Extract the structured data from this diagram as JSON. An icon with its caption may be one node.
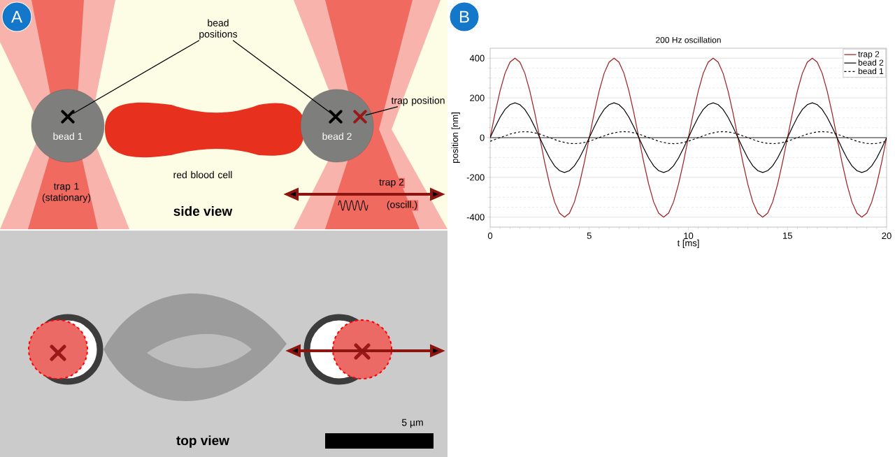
{
  "diagram": {
    "nodes": [
      {
        "text": [
          "bead positions"
        ]
      },
      {
        "text": [
          "bead 1"
        ]
      },
      {
        "text": [],
        "shape": "cross",
        "in": 1
      },
      {
        "text": [
          "bead 2"
        ]
      },
      {
        "text": [],
        "shape": "cross",
        "in": 3
      },
      {
        "text": [
          "trap position"
        ]
      },
      {
        "text": [],
        "shape": "cross",
        "in": 3
      }
    ],
    "edges": [
      {
        "from": 0,
        "to": 2,
        "arrow": "none"
      },
      {
        "from": 0,
        "to": 4,
        "arrow": "none"
      },
      {
        "from": 5,
        "to": 6,
        "arrow": "none"
      }
    ],
    "labels": [
      "A",
      "red blood cell",
      "trap 1 (stationary)",
      "trap 2",
      "(oscill.)",
      "side view",
      "top view",
      "5 µm",
      "B"
    ],
    "chart_data": {
      "type": "line",
      "title": "200 Hz oscillation",
      "xlabel": "t [ms]",
      "ylabel": "position [nm]",
      "x": [
        0,
        0.25,
        0.5,
        0.75,
        1,
        1.25,
        1.5,
        1.75,
        2,
        2.25,
        2.5,
        2.75,
        3,
        3.25,
        3.5,
        3.75,
        4,
        4.25,
        4.5,
        4.75,
        5,
        5.25,
        5.5,
        5.75,
        6,
        6.25,
        6.5,
        6.75,
        7,
        7.25,
        7.5,
        7.75,
        8,
        8.25,
        8.5,
        8.75,
        9,
        9.25,
        9.5,
        9.75,
        10,
        10.25,
        10.5,
        10.75,
        11,
        11.25,
        11.5,
        11.75,
        12,
        12.25,
        12.5,
        12.75,
        13,
        13.25,
        13.5,
        13.75,
        14,
        14.25,
        14.5,
        14.75,
        15,
        15.25,
        15.5,
        15.75,
        16,
        16.25,
        16.5,
        16.75,
        17,
        17.25,
        17.5,
        17.75,
        18,
        18.25,
        18.5,
        18.75,
        19,
        19.25,
        19.5,
        19.75,
        20
      ],
      "series": [
        {
          "name": "trap 2",
          "color": "#a01c1c",
          "values": [
            0,
            124,
            235,
            324,
            380,
            400,
            380,
            324,
            235,
            124,
            0,
            -124,
            -235,
            -324,
            -380,
            -400,
            -380,
            -324,
            -235,
            -124,
            0,
            124,
            235,
            324,
            380,
            400,
            380,
            324,
            235,
            124,
            0,
            -124,
            -235,
            -324,
            -380,
            -400,
            -380,
            -324,
            -235,
            -124,
            0,
            124,
            235,
            324,
            380,
            400,
            380,
            324,
            235,
            124,
            0,
            -124,
            -235,
            -324,
            -380,
            -400,
            -380,
            -324,
            -235,
            -124,
            0,
            124,
            235,
            324,
            380,
            400,
            380,
            324,
            235,
            124,
            0,
            -124,
            -235,
            -324,
            -380,
            -400,
            -380,
            -324,
            -235,
            -124,
            0
          ]
        },
        {
          "name": "bead 2",
          "color": "#000000",
          "values": [
            0,
            54,
            103,
            142,
            166,
            175,
            166,
            142,
            103,
            54,
            0,
            -54,
            -103,
            -142,
            -166,
            -175,
            -166,
            -142,
            -103,
            -54,
            0,
            54,
            103,
            142,
            166,
            175,
            166,
            142,
            103,
            54,
            0,
            -54,
            -103,
            -142,
            -166,
            -175,
            -166,
            -142,
            -103,
            -54,
            0,
            54,
            103,
            142,
            166,
            175,
            166,
            142,
            103,
            54,
            0,
            -54,
            -103,
            -142,
            -166,
            -175,
            -166,
            -142,
            -103,
            -54,
            0,
            54,
            103,
            142,
            166,
            175,
            166,
            142,
            103,
            54,
            0,
            -54,
            -103,
            -142,
            -166,
            -175,
            -166,
            -142,
            -103,
            -54,
            0
          ]
        },
        {
          "name": "bead 1",
          "color": "#000000",
          "line_style": "dashed",
          "values": [
            -18,
            -9,
            0,
            9,
            18,
            24,
            29,
            30,
            29,
            24,
            18,
            9,
            0,
            -9,
            -18,
            -24,
            -29,
            -30,
            -29,
            -24,
            -18,
            -9,
            0,
            9,
            18,
            24,
            29,
            30,
            29,
            24,
            18,
            9,
            0,
            -9,
            -18,
            -24,
            -29,
            -30,
            -29,
            -24,
            -18,
            -9,
            0,
            9,
            18,
            24,
            29,
            30,
            29,
            24,
            18,
            9,
            0,
            -9,
            -18,
            -24,
            -29,
            -30,
            -29,
            -24,
            -18,
            -9,
            0,
            9,
            18,
            24,
            29,
            30,
            29,
            24,
            18,
            9,
            0,
            -9,
            -18,
            -24,
            -29,
            -30,
            -29,
            -24,
            -18
          ]
        }
      ],
      "grid": true,
      "legend": "top right",
      "xlim": [
        0,
        20
      ],
      "ylim": [
        -450,
        450
      ],
      "xticks": [
        0,
        5,
        10,
        15,
        20
      ],
      "yticks": [
        -400,
        -200,
        0,
        200,
        400
      ]
    }
  }
}
